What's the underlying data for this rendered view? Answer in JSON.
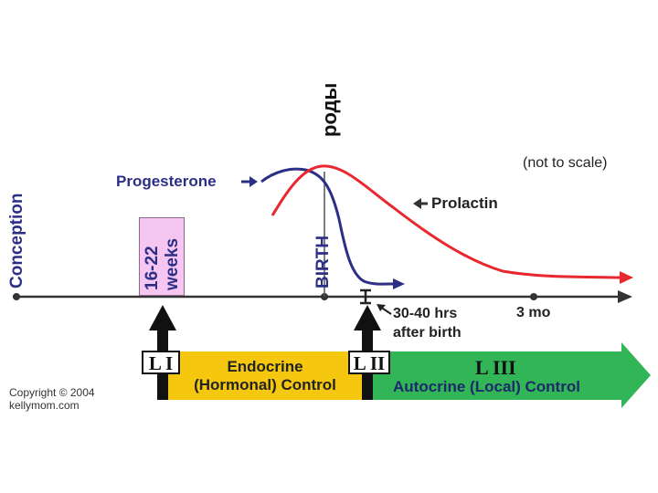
{
  "russian_label": "роды",
  "not_to_scale": "(not to scale)",
  "progesterone_label": "Progesterone",
  "prolactin_label": "Prolactin",
  "conception_label": "Conception",
  "weeks_label_line1": "16-22",
  "weeks_label_line2": "weeks",
  "birth_label": "BIRTH",
  "hrs_label_line1": "30-40 hrs",
  "hrs_label_line2": "after birth",
  "three_mo_label": "3 mo",
  "stages": {
    "l1": "L I",
    "l2": "L II",
    "l3": "L III"
  },
  "endocrine_line1": "Endocrine",
  "endocrine_line2": "(Hormonal) Control",
  "autocrine_label": "Autocrine (Local) Control",
  "copyright_line1": "Copyright © 2004",
  "copyright_line2": "kellymom.com",
  "colors": {
    "progesterone": "#2d2f86",
    "prolactin": "#e8282e",
    "endocrine_bar": "#f5c80f",
    "autocrine_bar": "#31b556",
    "timeline": "#333333",
    "weeks_box": "#f6c6f2"
  }
}
